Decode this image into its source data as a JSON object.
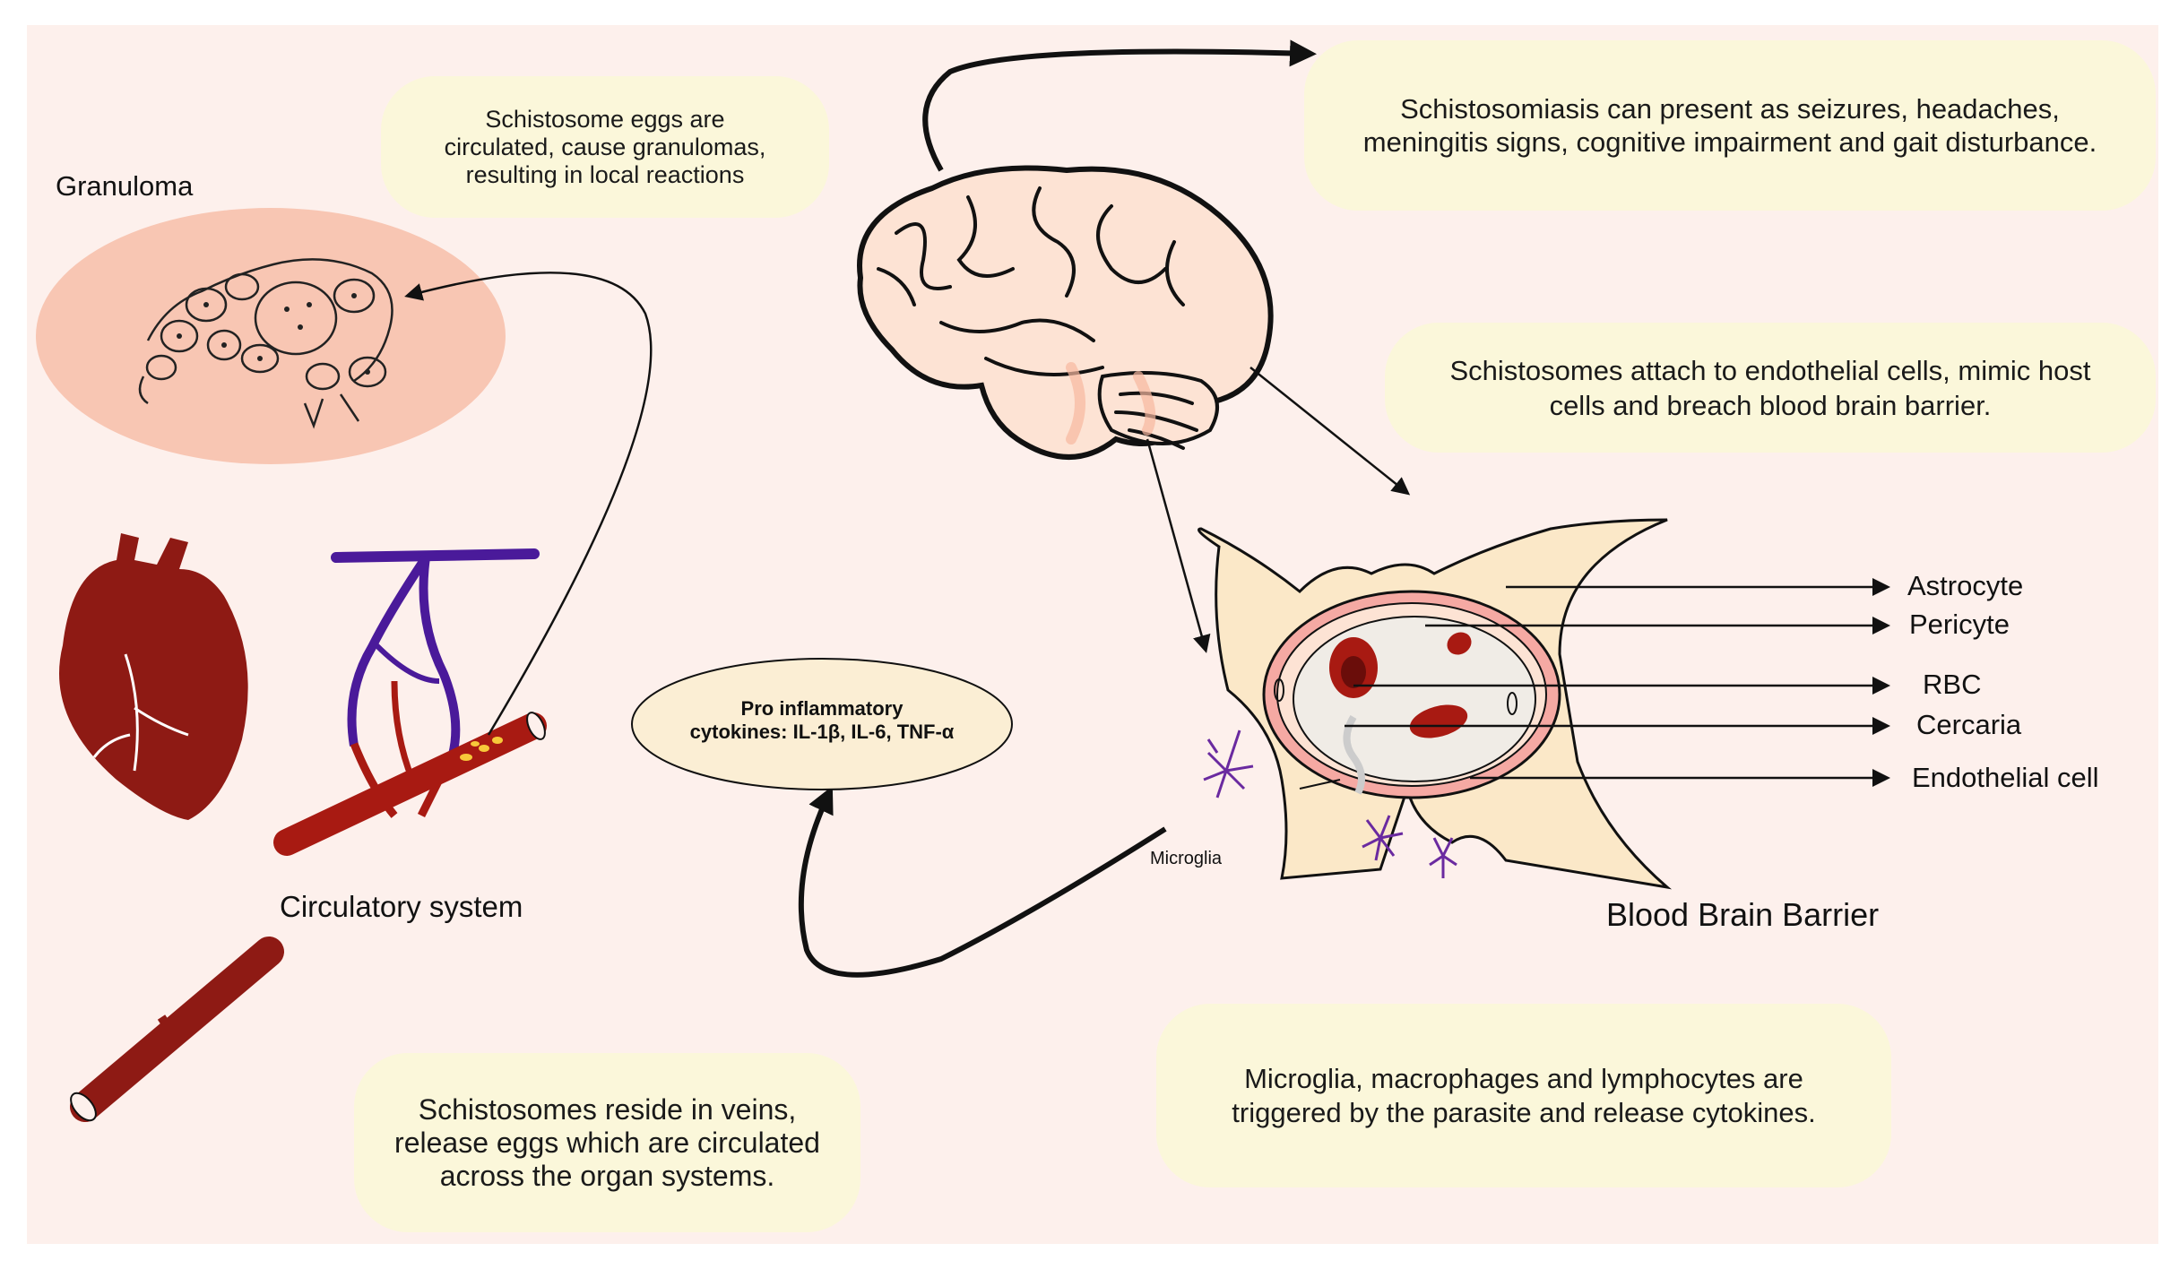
{
  "labels": {
    "granuloma": "Granuloma",
    "circulatory": "Circulatory system",
    "bbb": "Blood Brain Barrier",
    "microglia": "Microglia"
  },
  "bubbles": {
    "eggs": [
      "Schistosome eggs are",
      "circulated, cause granulomas,",
      "resulting in local reactions"
    ],
    "symptoms": [
      "Schistosomiasis can present as seizures, headaches,",
      "meningitis signs, cognitive impairment and gait disturbance."
    ],
    "attach": [
      "Schistosomes attach to endothelial cells, mimic host",
      "cells and breach blood brain barrier."
    ],
    "veins": [
      "Schistosomes reside in veins,",
      "release eggs which are circulated",
      "across the organ systems."
    ],
    "microglia": [
      "Microglia, macrophages and lymphocytes are",
      "triggered by the parasite and release cytokines."
    ]
  },
  "cytokines": {
    "line1": "Pro inflammatory",
    "line2": "cytokines: IL-1β, IL-6, TNF-α"
  },
  "bbb_parts": [
    "Astrocyte",
    "Pericyte",
    "RBC",
    "Cercaria",
    "Endothelial cell"
  ],
  "colors": {
    "background": "#fdf0ec",
    "bubble": "#fbf7da",
    "granuloma_fill": "#f8c6b3",
    "vessel_red": "#a81a12",
    "vein_purple": "#4a1a9a",
    "heart": "#8e1a14",
    "brain_skin": "#fde3d4",
    "astrocyte": "#fbe8c8"
  }
}
